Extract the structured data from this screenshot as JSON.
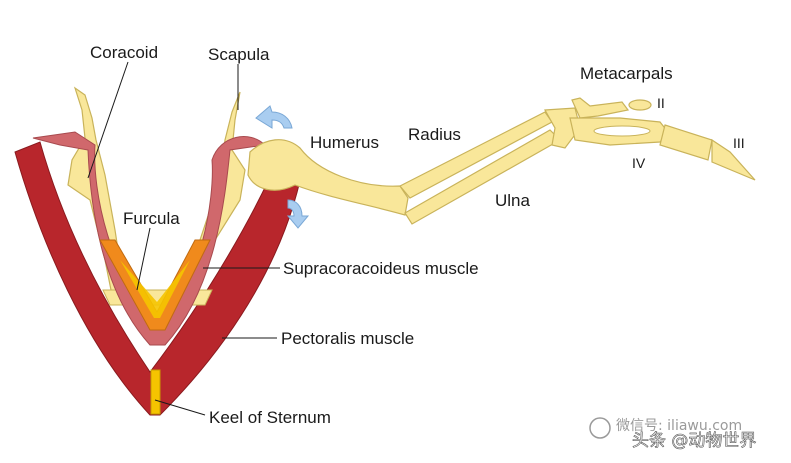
{
  "diagram": {
    "labels": {
      "coracoid": "Coracoid",
      "scapula": "Scapula",
      "metacarpals": "Metacarpals",
      "humerus": "Humerus",
      "radius": "Radius",
      "furcula": "Furcula",
      "ulna": "Ulna",
      "supracoracoideus": "Supracoracoideus muscle",
      "pectoralis": "Pectoralis muscle",
      "keel": "Keel of Sternum",
      "digit_ii": "II",
      "digit_iii": "III",
      "digit_iv": "IV"
    },
    "colors": {
      "bone": "#f9e79a",
      "bone_outline": "#c9b35a",
      "pectoralis": "#b8262c",
      "supracoracoideus": "#d0686c",
      "furcula_orange": "#f08a1c",
      "keel_yellow": "#f5c400",
      "arrow": "#a9cdf0"
    },
    "icons": {
      "up_arrow": "curved-arrow-up-icon",
      "down_arrow": "curved-arrow-down-icon"
    }
  },
  "watermark": {
    "line1": "微信号: iliawu.com",
    "line2": "头条 @动物世界"
  }
}
